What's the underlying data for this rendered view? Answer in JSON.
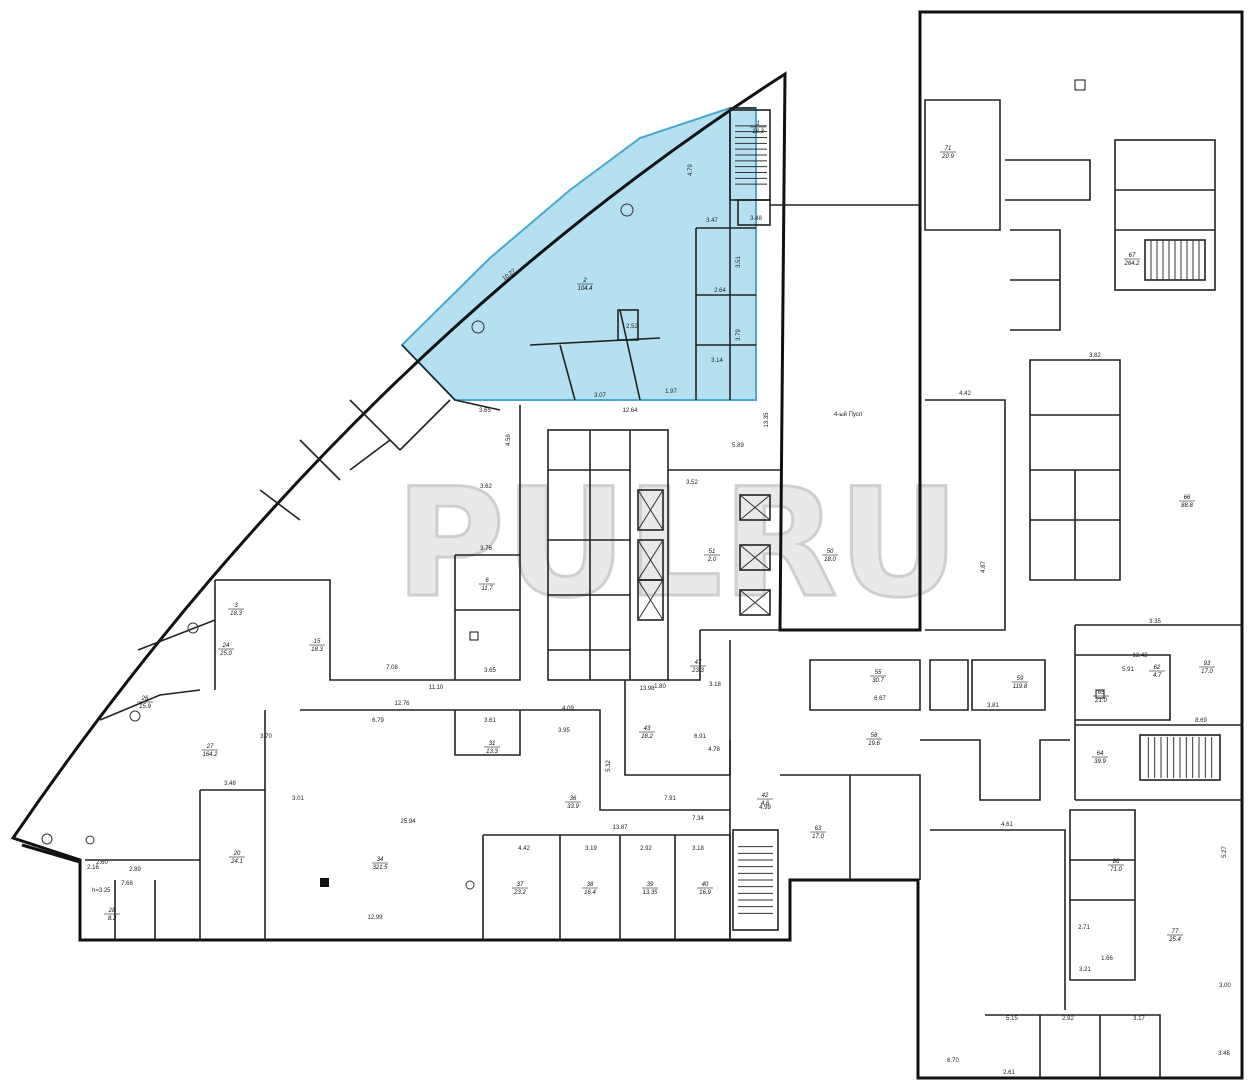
{
  "colors": {
    "highlight": "#b4e0f0",
    "highlight_edge": "#47a9cf",
    "wall": "#111111",
    "watermark_fill": "#e9e9e9",
    "watermark_stroke": "#cfcfcf"
  },
  "watermark": "PULRU",
  "labels": {
    "corridor": "4-ый Пусп",
    "ceiling_height": "h=3.25"
  },
  "rooms": [
    {
      "no": "1",
      "area": "18.3"
    },
    {
      "no": "2",
      "area": "104.4"
    },
    {
      "no": "3",
      "area": "18.3"
    },
    {
      "no": "6",
      "area": "11.7"
    },
    {
      "no": "15",
      "area": "18.3"
    },
    {
      "no": "20",
      "area": "24.1"
    },
    {
      "no": "24",
      "area": "25.0"
    },
    {
      "no": "26",
      "area": "15.9"
    },
    {
      "no": "27",
      "area": "164.2"
    },
    {
      "no": "28",
      "area": "8.2"
    },
    {
      "no": "31",
      "area": "13.3"
    },
    {
      "no": "34",
      "area": "321.5"
    },
    {
      "no": "36",
      "area": "33.9"
    },
    {
      "no": "37",
      "area": "23.2"
    },
    {
      "no": "38",
      "area": "16.4"
    },
    {
      "no": "39",
      "area": "13.35"
    },
    {
      "no": "40",
      "area": "16.9"
    },
    {
      "no": "42",
      "area": "4.6"
    },
    {
      "no": "43",
      "area": "18.2"
    },
    {
      "no": "47",
      "area": "23.3"
    },
    {
      "no": "50",
      "area": "18.0"
    },
    {
      "no": "51",
      "area": "2.0"
    },
    {
      "no": "55",
      "area": "30.7"
    },
    {
      "no": "58",
      "area": "19.6"
    },
    {
      "no": "59",
      "area": "119.8"
    },
    {
      "no": "62",
      "area": "4.7"
    },
    {
      "no": "63",
      "area": "17.0"
    },
    {
      "no": "64",
      "area": "39.9"
    },
    {
      "no": "65",
      "area": "21.0"
    },
    {
      "no": "66",
      "area": "88.8"
    },
    {
      "no": "67",
      "area": "264.2"
    },
    {
      "no": "71",
      "area": "20.9"
    },
    {
      "no": "77",
      "area": "25.4"
    },
    {
      "no": "86",
      "area": "71.0"
    },
    {
      "no": "93",
      "area": "17.0"
    }
  ],
  "dims": [
    "10.27",
    "4.79",
    "3.47",
    "3.51",
    "2.64",
    "3.79",
    "3.14",
    "2.52",
    "3.07",
    "1.97",
    "12.64",
    "3.65",
    "4.59",
    "13.35",
    "3.62",
    "3.76",
    "5.89",
    "3.52",
    "7.08",
    "11.10",
    "3.65",
    "12.76",
    "6.79",
    "3.61",
    "4.09",
    "3.95",
    "3.70",
    "3.48",
    "3.01",
    "12.99",
    "25.94",
    "4.42",
    "3.19",
    "2.92",
    "3.18",
    "7.34",
    "13.87",
    "7.91",
    "6.91",
    "4.78",
    "5.32",
    "4.99",
    "6.67",
    "3.81",
    "4.42",
    "3.82",
    "4.87",
    "12.42",
    "3.35",
    "5.91",
    "8.69",
    "5.27",
    "3.00",
    "6.70",
    "5.15",
    "2.92",
    "3.17",
    "3.48",
    "3.48",
    "2.89",
    "2.60",
    "2.16",
    "7.68",
    "2.71",
    "3.21",
    "1.66",
    "2.61",
    "4.61",
    "3.18",
    "13.98",
    "1.80"
  ]
}
